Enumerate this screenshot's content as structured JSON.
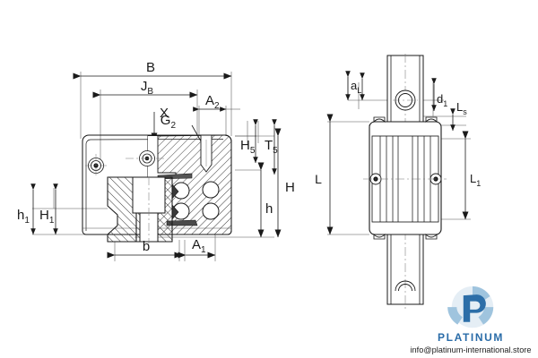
{
  "document": {
    "type": "technical-drawing",
    "subject": "Linear guideway carriage dimensional drawing",
    "background_color": "#ffffff",
    "line_color": "#1a1a1a",
    "hatch_color": "#333333"
  },
  "views": {
    "section_view": {
      "name": "cross-section-view",
      "description": "Carriage cross section mounted on rail, showing recirculating balls, mounting bolts and lubrication bore"
    },
    "top_view": {
      "name": "top-view",
      "description": "Plan view of carriage on rail showing rail mounting hole and carriage outline"
    }
  },
  "dimensions": {
    "section": [
      {
        "id": "B",
        "label": "B",
        "sub": "",
        "name": "dimension-b"
      },
      {
        "id": "JB",
        "label": "J",
        "sub": "B",
        "name": "dimension-jb"
      },
      {
        "id": "X",
        "label": "X",
        "sub": "",
        "name": "callout-x"
      },
      {
        "id": "G2",
        "label": "G",
        "sub": "2",
        "name": "callout-g2"
      },
      {
        "id": "A2",
        "label": "A",
        "sub": "2",
        "name": "dimension-a2"
      },
      {
        "id": "H5",
        "label": "H",
        "sub": "5",
        "name": "dimension-h5"
      },
      {
        "id": "T5",
        "label": "T",
        "sub": "5",
        "name": "dimension-t5"
      },
      {
        "id": "H",
        "label": "H",
        "sub": "",
        "name": "dimension-h"
      },
      {
        "id": "h",
        "label": "h",
        "sub": "",
        "name": "dimension-h-small"
      },
      {
        "id": "h1",
        "label": "h",
        "sub": "1",
        "name": "dimension-h1-small"
      },
      {
        "id": "H1",
        "label": "H",
        "sub": "1",
        "name": "dimension-h1"
      },
      {
        "id": "b",
        "label": "b",
        "sub": "",
        "name": "dimension-b-small"
      },
      {
        "id": "A1",
        "label": "A",
        "sub": "1",
        "name": "dimension-a1"
      }
    ],
    "top": [
      {
        "id": "aL",
        "label": "a",
        "sub": "L",
        "name": "dimension-al"
      },
      {
        "id": "d1",
        "label": "d",
        "sub": "1",
        "name": "dimension-d1"
      },
      {
        "id": "Ls",
        "label": "L",
        "sub": "s",
        "name": "dimension-ls"
      },
      {
        "id": "L",
        "label": "L",
        "sub": "",
        "name": "dimension-l"
      },
      {
        "id": "L1",
        "label": "L",
        "sub": "1",
        "name": "dimension-l1"
      }
    ]
  },
  "watermark": {
    "brand": "PLATINUM",
    "email": "info@platinum-international.store",
    "logo_name": "platinum-p-logo",
    "brand_color": "#2a6ca8",
    "logo_light": "#9fc4de",
    "logo_dark": "#2c6ea8"
  }
}
